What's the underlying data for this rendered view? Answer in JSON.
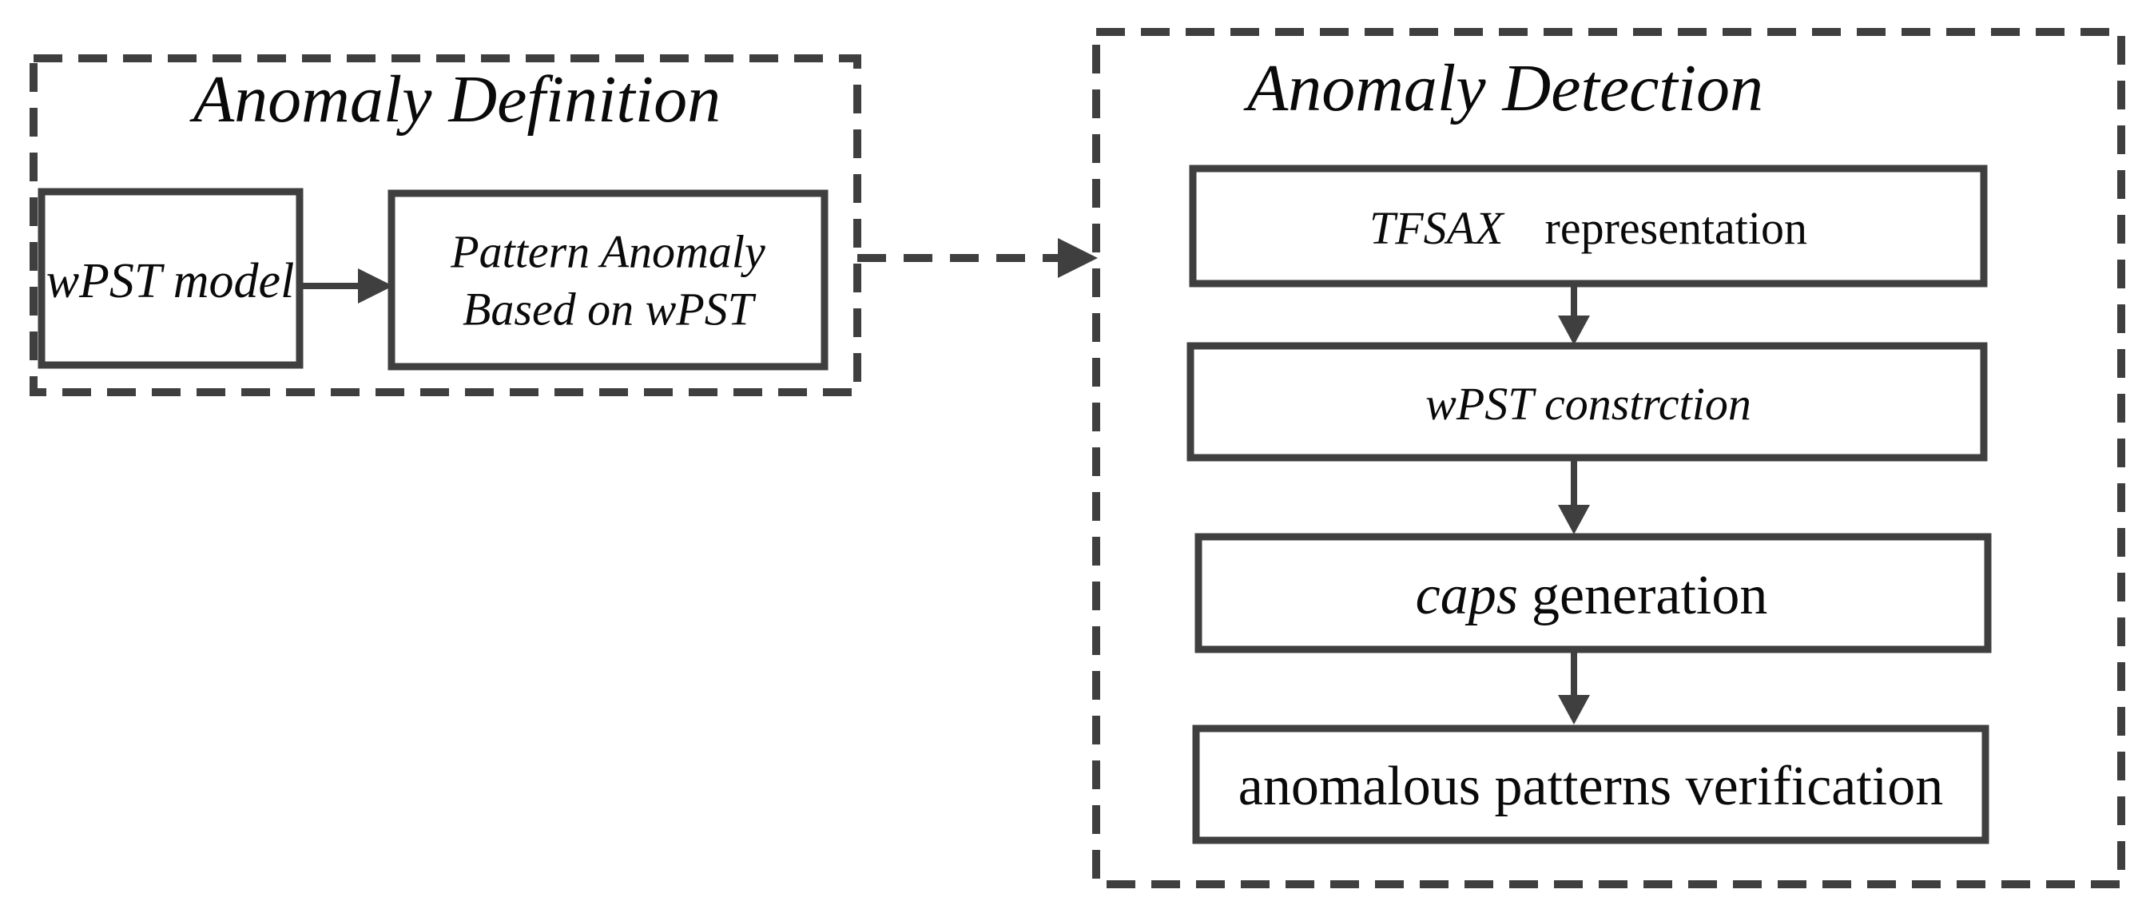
{
  "colors": {
    "background": "#ffffff",
    "line": "#3f3f3f",
    "text": "#0a0a0a"
  },
  "definition_panel": {
    "title": "Anomaly Definition",
    "wpst_model_box": "wPST model",
    "pattern_anomaly_box_line1": "Pattern Anomaly",
    "pattern_anomaly_box_line2": "Based on wPST"
  },
  "detection_panel": {
    "title": "Anomaly Detection",
    "steps": [
      {
        "italic_part": "TFSAX",
        "normal_part": "representation"
      },
      {
        "italic_part": "wPST constrction"
      },
      {
        "italic_part": "caps",
        "normal_part": "generation"
      },
      {
        "normal_part": "anomalous patterns verification"
      }
    ]
  }
}
